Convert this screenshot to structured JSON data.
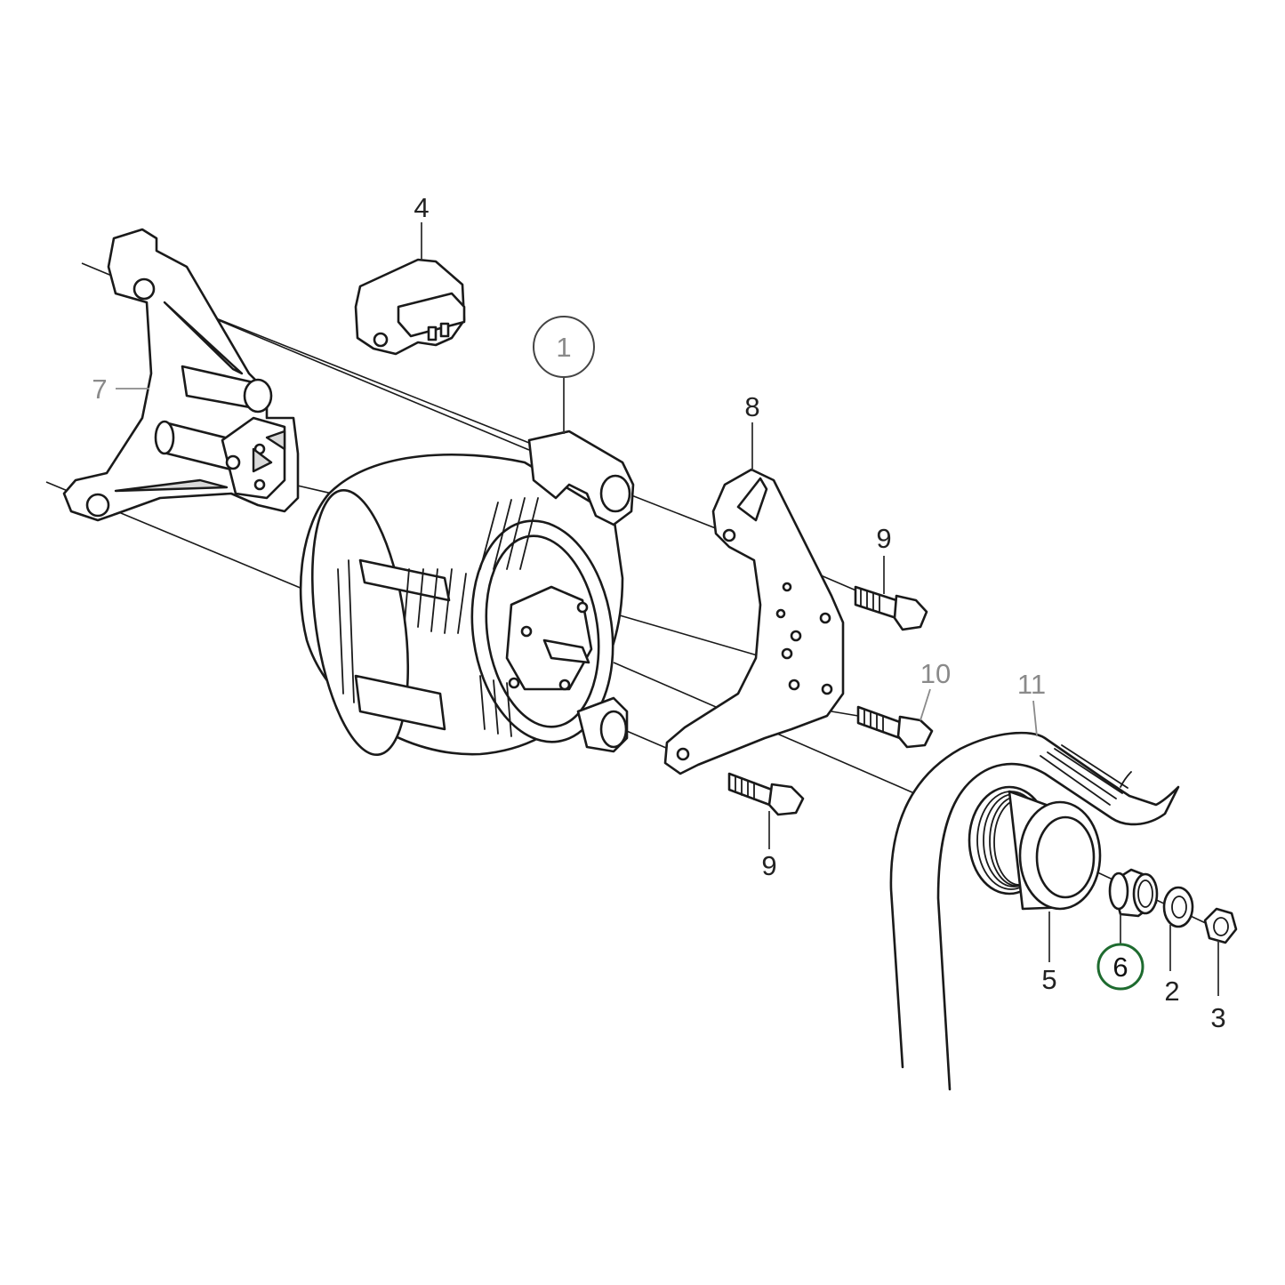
{
  "diagram": {
    "callouts": {
      "p1": "1",
      "p2": "2",
      "p3": "3",
      "p4": "4",
      "p5": "5",
      "p6": "6",
      "p7": "7",
      "p8": "8",
      "p9_top": "9",
      "p9_bottom": "9",
      "p10": "10",
      "p11": "11"
    },
    "highlighted_part": "6",
    "colors": {
      "line": "#1a1a1a",
      "highlight_circle": "#1e6b2f",
      "grey_label": "#8a8a8a"
    }
  }
}
